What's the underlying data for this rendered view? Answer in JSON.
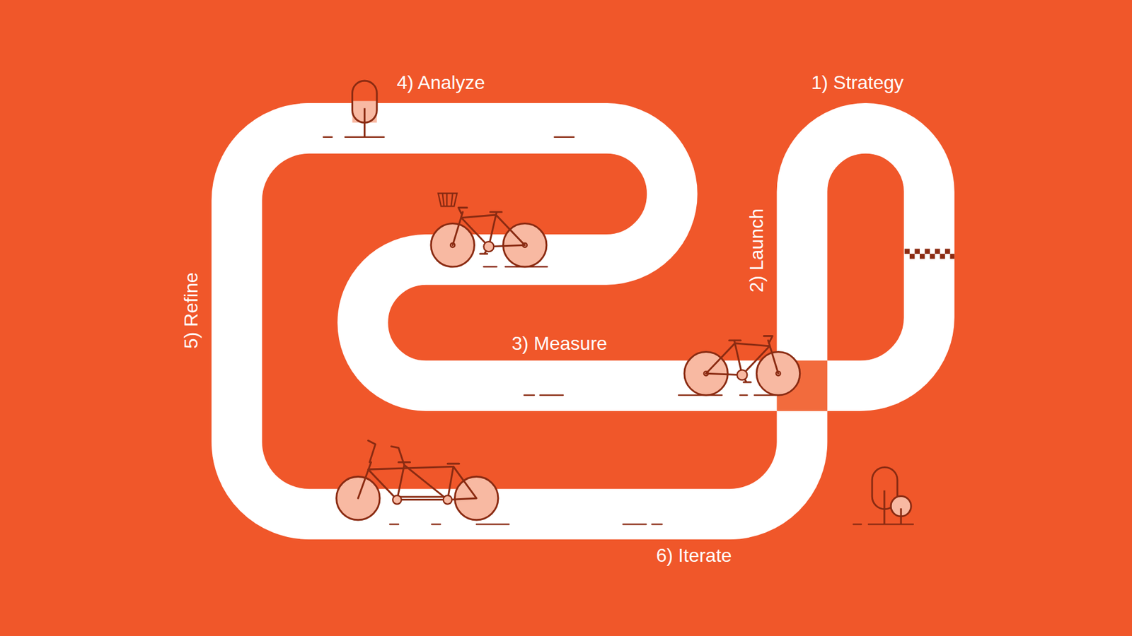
{
  "diagram": {
    "labels": [
      "1) Strategy",
      "2) Launch",
      "3) Measure",
      "4) Analyze",
      "5) Refine",
      "6) Iterate"
    ]
  }
}
